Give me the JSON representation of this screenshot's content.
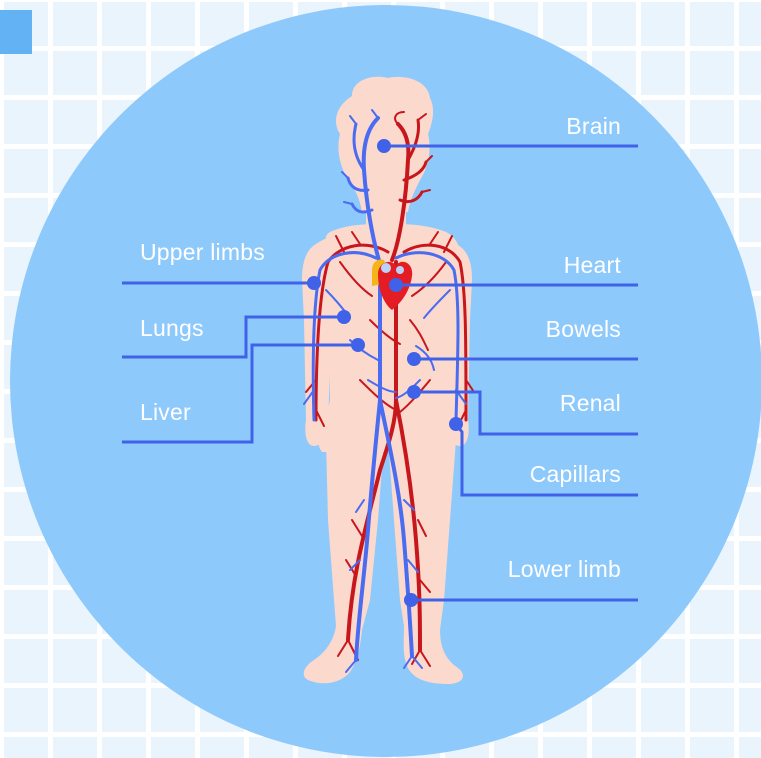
{
  "labels": {
    "brain": "Brain",
    "heart": "Heart",
    "bowels": "Bowels",
    "renal": "Renal",
    "capillars": "Capillars",
    "lower_limb": "Lower limb",
    "upper_limbs": "Upper limbs",
    "lungs": "Lungs",
    "liver": "Liver"
  },
  "colors": {
    "background_grid": "#eaf4fd",
    "circle": "#8ec9fb",
    "body": "#fcd9cd",
    "artery": "#c8161d",
    "vein": "#4a6cf0",
    "callout": "#3f62e8",
    "heart": "#e41c24",
    "heart_accent": "#f4b51b",
    "label_text": "#ffffff"
  },
  "icons": [
    "human-body-figure",
    "heart-icon",
    "artery-network",
    "vein-network"
  ]
}
